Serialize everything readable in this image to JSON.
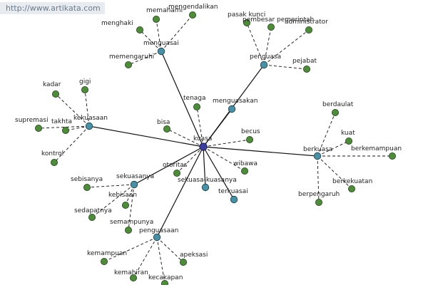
{
  "watermark": "http://www.artikata.com",
  "center": {
    "label": "kuasa"
  },
  "hubs": [
    {
      "label": "menguasai",
      "leaves": [
        "memahami",
        "mengendalikan",
        "menghaki",
        "memengaruhi"
      ]
    },
    {
      "label": "penguasa",
      "leaves": [
        "pasak kunci",
        "pembesar pemerintah",
        "administrator",
        "pejabat"
      ]
    },
    {
      "label": "menguasakan",
      "leaves": []
    },
    {
      "label": "berkuasa",
      "leaves": [
        "berdaulat",
        "kuat",
        "berkemampuan",
        "berkekuatan",
        "berpengaruh"
      ]
    },
    {
      "label": "terkuasai",
      "leaves": []
    },
    {
      "label": "sekuasa-kuasanya",
      "leaves": []
    },
    {
      "label": "penguasaan",
      "leaves": [
        "kemampuan",
        "kemahiran",
        "kecakapan",
        "apeksasi"
      ]
    },
    {
      "label": "sekuasanya",
      "leaves": [
        "sebisanya",
        "kebisaan",
        "sedapatnya",
        "semampunya"
      ]
    },
    {
      "label": "kekuasaan",
      "leaves": [
        "gigi",
        "kadar",
        "supremasi",
        "takhta",
        "kontrol"
      ]
    }
  ],
  "direct_leaves": [
    "tenaga",
    "bisa",
    "becus",
    "wibawa",
    "otoritas"
  ]
}
